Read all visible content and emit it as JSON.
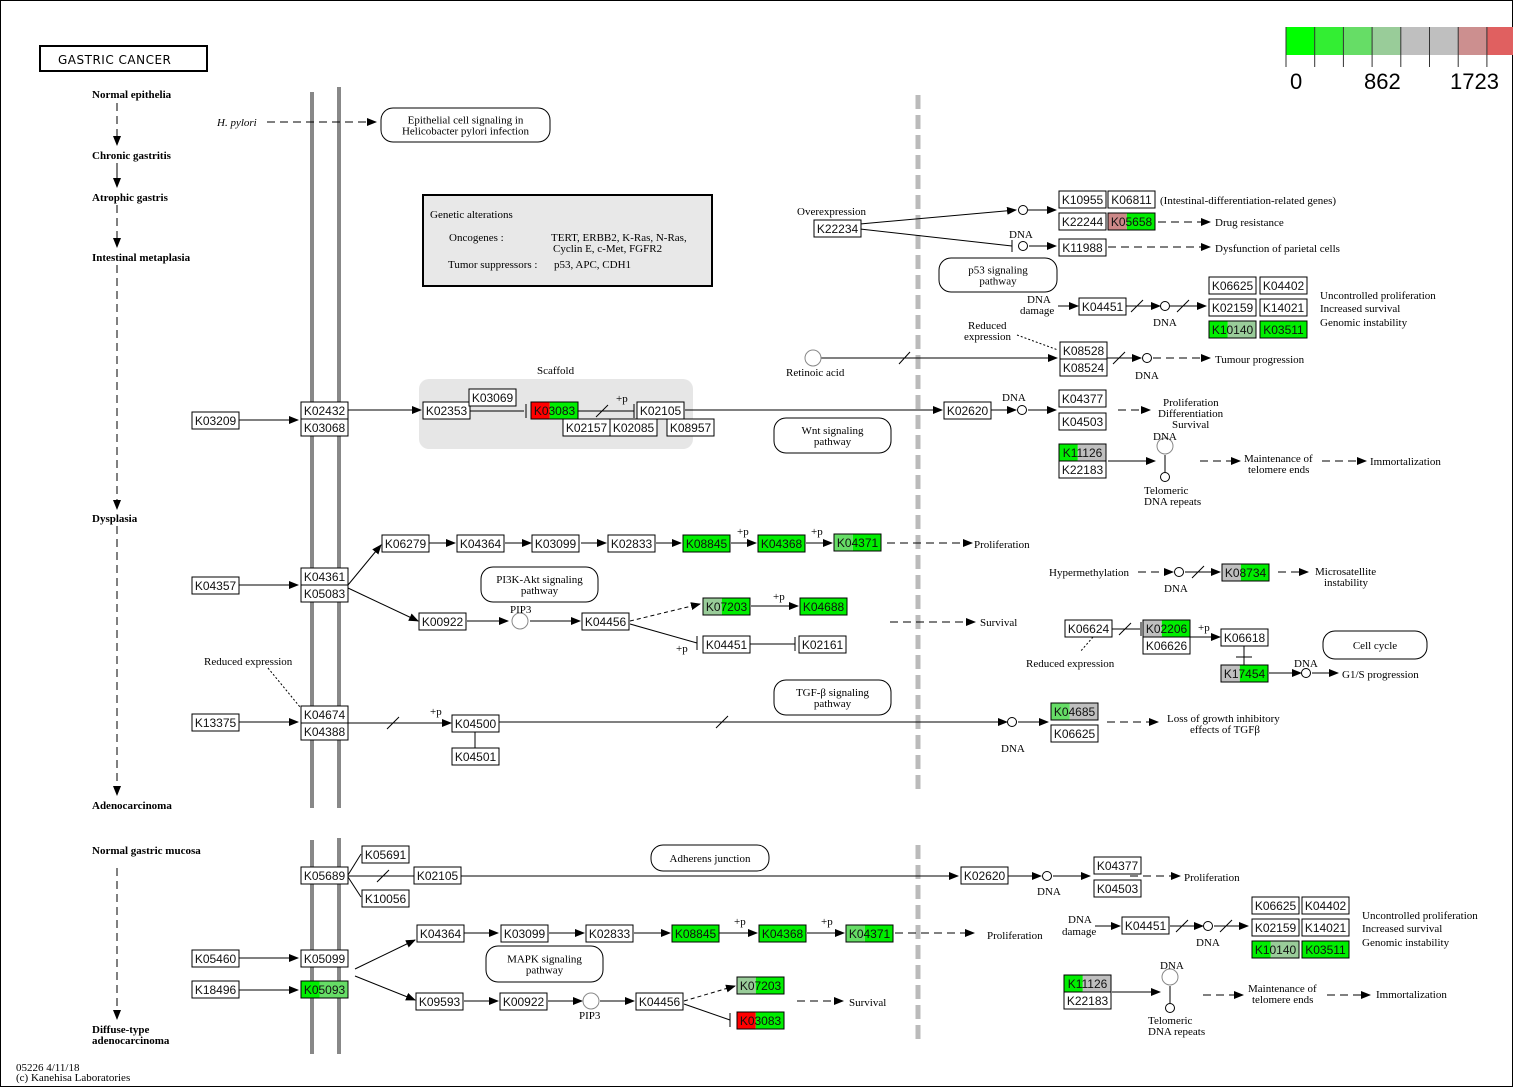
{
  "title": "GASTRIC CANCER",
  "footer": {
    "line1": "05226 4/11/18",
    "line2": "(c) Kanehisa Laboratories"
  },
  "legend": {
    "min": "0",
    "mid": "862",
    "max": "1723",
    "colors": [
      "#00ff00",
      "#33ee33",
      "#66dd66",
      "#99cc99",
      "#bfbfbf",
      "#bfbfbf",
      "#cc8f8f",
      "#e06060",
      "#ee3030",
      "#ff0000"
    ]
  },
  "colors": {
    "green": "#00ee00",
    "lightgreen": "#66dd66",
    "palegreen": "#99cc99",
    "gray": "#bfbfbf",
    "red": "#ff0000",
    "pink": "#cc8888",
    "white": "#ffffff"
  },
  "stages": [
    {
      "id": "normal-epithelia",
      "text": "Normal epithelia"
    },
    {
      "id": "chronic-gastritis",
      "text": "Chronic gastritis"
    },
    {
      "id": "atrophic-gastris",
      "text": "Atrophic gastris"
    },
    {
      "id": "intestinal-metaplasia",
      "text": "Intestinal metaplasia"
    },
    {
      "id": "dysplasia",
      "text": "Dysplasia"
    },
    {
      "id": "adenocarcinoma",
      "text": "Adenocarcinoma"
    },
    {
      "id": "normal-gastric-mucosa",
      "text": "Normal gastric mucosa"
    },
    {
      "id": "diffuse-type-1",
      "text": "Diffuse-type"
    },
    {
      "id": "diffuse-type-2",
      "text": "adenocarcinoma"
    }
  ],
  "pathways": [
    {
      "id": "hpylori",
      "lines": [
        "Epithelial cell signaling in",
        "Helicobacter pylori infection"
      ]
    },
    {
      "id": "p53",
      "lines": [
        "p53 signaling",
        "pathway"
      ]
    },
    {
      "id": "wnt",
      "lines": [
        "Wnt signaling",
        "pathway"
      ]
    },
    {
      "id": "pi3k",
      "lines": [
        "PI3K-Akt signaling",
        "pathway"
      ]
    },
    {
      "id": "tgfb",
      "lines": [
        "TGF-β signaling",
        "pathway"
      ]
    },
    {
      "id": "cellcycle",
      "lines": [
        "Cell cycle"
      ]
    },
    {
      "id": "adherens",
      "lines": [
        "Adherens junction"
      ]
    },
    {
      "id": "mapk",
      "lines": [
        "MAPK signaling",
        "pathway"
      ]
    }
  ],
  "genetic_alterations": {
    "title": "Genetic alterations",
    "oncogenes_label": "Oncogenes :",
    "oncogenes_1": "TERT, ERBB2, K-Ras, N-Ras,",
    "oncogenes_2": "Cyclin E, c-Met, FGFR2",
    "suppressors_label": "Tumor suppressors :",
    "suppressors": "p53, APC, CDH1"
  },
  "labels": [
    {
      "id": "hpylori-label",
      "text": "H. pylori",
      "italic": true
    },
    {
      "id": "overexpression",
      "text": "Overexpression"
    },
    {
      "id": "intestinal-genes",
      "text": "(Intestinal-differentiation-related genes)"
    },
    {
      "id": "drug-resistance",
      "text": "Drug resistance"
    },
    {
      "id": "dysfunction-parietal",
      "text": "Dysfunction of parietal cells"
    },
    {
      "id": "dna-1",
      "text": "DNA"
    },
    {
      "id": "dna-damage-1a",
      "text": "DNA"
    },
    {
      "id": "dna-damage-1b",
      "text": "damage"
    },
    {
      "id": "dna-2",
      "text": "DNA"
    },
    {
      "id": "uncontrolled-1",
      "text": "Uncontrolled proliferation"
    },
    {
      "id": "increased-survival-1",
      "text": "Increased survival"
    },
    {
      "id": "genomic-instability-1",
      "text": "Genomic instability"
    },
    {
      "id": "reduced-expr-1a",
      "text": "Reduced"
    },
    {
      "id": "reduced-expr-1b",
      "text": "expression"
    },
    {
      "id": "retinoic-acid",
      "text": "Retinoic acid"
    },
    {
      "id": "tumour-progression",
      "text": "Tumour progression"
    },
    {
      "id": "dna-3",
      "text": "DNA"
    },
    {
      "id": "scaffold",
      "text": "Scaffold"
    },
    {
      "id": "plus-p-1",
      "text": "+p"
    },
    {
      "id": "dna-4",
      "text": "DNA"
    },
    {
      "id": "pds-1",
      "text": "Proliferation"
    },
    {
      "id": "pds-2",
      "text": "Differentiation"
    },
    {
      "id": "pds-3",
      "text": "Survival"
    },
    {
      "id": "dna-5",
      "text": "DNA"
    },
    {
      "id": "telomeric-1a",
      "text": "Telomeric"
    },
    {
      "id": "telomeric-1b",
      "text": "DNA repeats"
    },
    {
      "id": "maint-1a",
      "text": "Maintenance of"
    },
    {
      "id": "maint-1b",
      "text": "telomere ends"
    },
    {
      "id": "immortalization-1",
      "text": "Immortalization"
    },
    {
      "id": "plus-p-2",
      "text": "+p"
    },
    {
      "id": "plus-p-3",
      "text": "+p"
    },
    {
      "id": "proliferation-1",
      "text": "Proliferation"
    },
    {
      "id": "pip3-1",
      "text": "PIP3"
    },
    {
      "id": "plus-p-4",
      "text": "+p"
    },
    {
      "id": "plus-p-5",
      "text": "+p"
    },
    {
      "id": "survival-1",
      "text": "Survival"
    },
    {
      "id": "hypermethylation",
      "text": "Hypermethylation"
    },
    {
      "id": "dna-6",
      "text": "DNA"
    },
    {
      "id": "microsat-1",
      "text": "Microsatellite"
    },
    {
      "id": "microsat-2",
      "text": "instability"
    },
    {
      "id": "reduced-expr-2",
      "text": "Reduced expression"
    },
    {
      "id": "plus-p-6",
      "text": "+p"
    },
    {
      "id": "dna-7",
      "text": "DNA"
    },
    {
      "id": "g1s",
      "text": "G1/S progression"
    },
    {
      "id": "reduced-expr-3",
      "text": "Reduced expression"
    },
    {
      "id": "plus-p-7",
      "text": "+p"
    },
    {
      "id": "dna-8",
      "text": "DNA"
    },
    {
      "id": "loss-growth-1",
      "text": "Loss of growth inhibitory"
    },
    {
      "id": "loss-growth-2",
      "text": "effects of TGFβ"
    },
    {
      "id": "dna-9",
      "text": "DNA"
    },
    {
      "id": "proliferation-2",
      "text": "Proliferation"
    },
    {
      "id": "dna-damage-2a",
      "text": "DNA"
    },
    {
      "id": "dna-damage-2b",
      "text": "damage"
    },
    {
      "id": "dna-10",
      "text": "DNA"
    },
    {
      "id": "uncontrolled-2",
      "text": "Uncontrolled proliferation"
    },
    {
      "id": "increased-survival-2",
      "text": "Increased survival"
    },
    {
      "id": "genomic-instability-2",
      "text": "Genomic instability"
    },
    {
      "id": "proliferation-3",
      "text": "Proliferation"
    },
    {
      "id": "plus-p-8",
      "text": "+p"
    },
    {
      "id": "plus-p-9",
      "text": "+p"
    },
    {
      "id": "pip3-2",
      "text": "PIP3"
    },
    {
      "id": "survival-2",
      "text": "Survival"
    },
    {
      "id": "dna-11",
      "text": "DNA"
    },
    {
      "id": "telomeric-2a",
      "text": "Telomeric"
    },
    {
      "id": "telomeric-2b",
      "text": "DNA repeats"
    },
    {
      "id": "maint-2a",
      "text": "Maintenance of"
    },
    {
      "id": "maint-2b",
      "text": "telomere ends"
    },
    {
      "id": "immortalization-2",
      "text": "Immortalization"
    }
  ],
  "nodes": [
    {
      "id": "K10955",
      "fill": [
        "white"
      ]
    },
    {
      "id": "K06811",
      "fill": [
        "white"
      ]
    },
    {
      "id": "K22244",
      "fill": [
        "white"
      ]
    },
    {
      "id": "K05658",
      "fill": [
        "pink",
        "green"
      ]
    },
    {
      "id": "K22234",
      "fill": [
        "white"
      ]
    },
    {
      "id": "K11988",
      "fill": [
        "white"
      ]
    },
    {
      "id": "K04451",
      "fill": [
        "white"
      ]
    },
    {
      "id": "K06625",
      "fill": [
        "white"
      ]
    },
    {
      "id": "K04402",
      "fill": [
        "white"
      ]
    },
    {
      "id": "K02159",
      "fill": [
        "white"
      ]
    },
    {
      "id": "K14021",
      "fill": [
        "white"
      ]
    },
    {
      "id": "K10140",
      "fill": [
        "green",
        "palegreen"
      ]
    },
    {
      "id": "K03511",
      "fill": [
        "green"
      ]
    },
    {
      "id": "K08528",
      "fill": [
        "white"
      ]
    },
    {
      "id": "K08524",
      "fill": [
        "white"
      ]
    },
    {
      "id": "K03209",
      "fill": [
        "white"
      ]
    },
    {
      "id": "K02432",
      "fill": [
        "white"
      ]
    },
    {
      "id": "K03068",
      "fill": [
        "white"
      ]
    },
    {
      "id": "K02353",
      "fill": [
        "white"
      ]
    },
    {
      "id": "K03069",
      "fill": [
        "white"
      ]
    },
    {
      "id": "K03083",
      "fill": [
        "red",
        "green"
      ]
    },
    {
      "id": "K02157",
      "fill": [
        "white"
      ]
    },
    {
      "id": "K02085",
      "fill": [
        "white"
      ]
    },
    {
      "id": "K02105",
      "fill": [
        "white"
      ]
    },
    {
      "id": "K08957",
      "fill": [
        "white"
      ]
    },
    {
      "id": "K02620",
      "fill": [
        "white"
      ]
    },
    {
      "id": "K04377",
      "fill": [
        "white"
      ]
    },
    {
      "id": "K04503",
      "fill": [
        "white"
      ]
    },
    {
      "id": "K11126",
      "fill": [
        "green",
        "gray"
      ]
    },
    {
      "id": "K22183",
      "fill": [
        "white"
      ]
    },
    {
      "id": "K04357",
      "fill": [
        "white"
      ]
    },
    {
      "id": "K04361",
      "fill": [
        "white"
      ]
    },
    {
      "id": "K05083",
      "fill": [
        "white"
      ]
    },
    {
      "id": "K06279",
      "fill": [
        "white"
      ]
    },
    {
      "id": "K04364",
      "fill": [
        "white"
      ]
    },
    {
      "id": "K03099",
      "fill": [
        "white"
      ]
    },
    {
      "id": "K02833",
      "fill": [
        "white"
      ]
    },
    {
      "id": "K08845",
      "fill": [
        "green"
      ]
    },
    {
      "id": "K04368",
      "fill": [
        "green"
      ]
    },
    {
      "id": "K04371",
      "fill": [
        "lightgreen",
        "green"
      ]
    },
    {
      "id": "K00922",
      "fill": [
        "white"
      ]
    },
    {
      "id": "K04456",
      "fill": [
        "white"
      ]
    },
    {
      "id": "K07203",
      "fill": [
        "palegreen",
        "green"
      ]
    },
    {
      "id": "K04688",
      "fill": [
        "green"
      ]
    },
    {
      "id": "K04451b",
      "label": "K04451",
      "fill": [
        "white"
      ]
    },
    {
      "id": "K02161",
      "fill": [
        "white"
      ]
    },
    {
      "id": "K08734",
      "fill": [
        "gray",
        "green"
      ]
    },
    {
      "id": "K06624",
      "fill": [
        "white"
      ]
    },
    {
      "id": "K02206",
      "fill": [
        "gray",
        "green"
      ]
    },
    {
      "id": "K06626",
      "fill": [
        "white"
      ]
    },
    {
      "id": "K06618",
      "fill": [
        "white"
      ]
    },
    {
      "id": "K17454",
      "fill": [
        "gray",
        "green"
      ]
    },
    {
      "id": "K13375",
      "fill": [
        "white"
      ]
    },
    {
      "id": "K04674",
      "fill": [
        "white"
      ]
    },
    {
      "id": "K04388",
      "fill": [
        "white"
      ]
    },
    {
      "id": "K04500",
      "fill": [
        "white"
      ]
    },
    {
      "id": "K04501",
      "fill": [
        "white"
      ]
    },
    {
      "id": "K04685",
      "fill": [
        "lightgreen",
        "gray"
      ]
    },
    {
      "id": "K06625b",
      "label": "K06625",
      "fill": [
        "white"
      ]
    },
    {
      "id": "K05689",
      "fill": [
        "white"
      ]
    },
    {
      "id": "K05691",
      "fill": [
        "white"
      ]
    },
    {
      "id": "K10056",
      "fill": [
        "white"
      ]
    },
    {
      "id": "K02105b",
      "label": "K02105",
      "fill": [
        "white"
      ]
    },
    {
      "id": "K02620b",
      "label": "K02620",
      "fill": [
        "white"
      ]
    },
    {
      "id": "K04377b",
      "label": "K04377",
      "fill": [
        "white"
      ]
    },
    {
      "id": "K04503b",
      "label": "K04503",
      "fill": [
        "white"
      ]
    },
    {
      "id": "K04451c",
      "label": "K04451",
      "fill": [
        "white"
      ]
    },
    {
      "id": "K06625c",
      "label": "K06625",
      "fill": [
        "white"
      ]
    },
    {
      "id": "K04402b",
      "label": "K04402",
      "fill": [
        "white"
      ]
    },
    {
      "id": "K02159b",
      "label": "K02159",
      "fill": [
        "white"
      ]
    },
    {
      "id": "K14021b",
      "label": "K14021",
      "fill": [
        "white"
      ]
    },
    {
      "id": "K10140b",
      "label": "K10140",
      "fill": [
        "green",
        "palegreen"
      ]
    },
    {
      "id": "K03511b",
      "label": "K03511",
      "fill": [
        "green"
      ]
    },
    {
      "id": "K05460",
      "fill": [
        "white"
      ]
    },
    {
      "id": "K05099",
      "fill": [
        "white"
      ]
    },
    {
      "id": "K18496",
      "fill": [
        "white"
      ]
    },
    {
      "id": "K05093",
      "fill": [
        "green",
        "lightgreen"
      ]
    },
    {
      "id": "K04364b",
      "label": "K04364",
      "fill": [
        "white"
      ]
    },
    {
      "id": "K03099b",
      "label": "K03099",
      "fill": [
        "white"
      ]
    },
    {
      "id": "K02833b",
      "label": "K02833",
      "fill": [
        "white"
      ]
    },
    {
      "id": "K08845b",
      "label": "K08845",
      "fill": [
        "green"
      ]
    },
    {
      "id": "K04368b",
      "label": "K04368",
      "fill": [
        "green"
      ]
    },
    {
      "id": "K04371b",
      "label": "K04371",
      "fill": [
        "lightgreen",
        "green"
      ]
    },
    {
      "id": "K09593",
      "fill": [
        "white"
      ]
    },
    {
      "id": "K00922b",
      "label": "K00922",
      "fill": [
        "white"
      ]
    },
    {
      "id": "K04456b",
      "label": "K04456",
      "fill": [
        "white"
      ]
    },
    {
      "id": "K07203b",
      "label": "K07203",
      "fill": [
        "palegreen",
        "green"
      ]
    },
    {
      "id": "K03083b",
      "label": "K03083",
      "fill": [
        "red",
        "green"
      ]
    },
    {
      "id": "K11126b",
      "label": "K11126",
      "fill": [
        "green",
        "gray"
      ]
    },
    {
      "id": "K22183b",
      "label": "K22183",
      "fill": [
        "white"
      ]
    }
  ]
}
